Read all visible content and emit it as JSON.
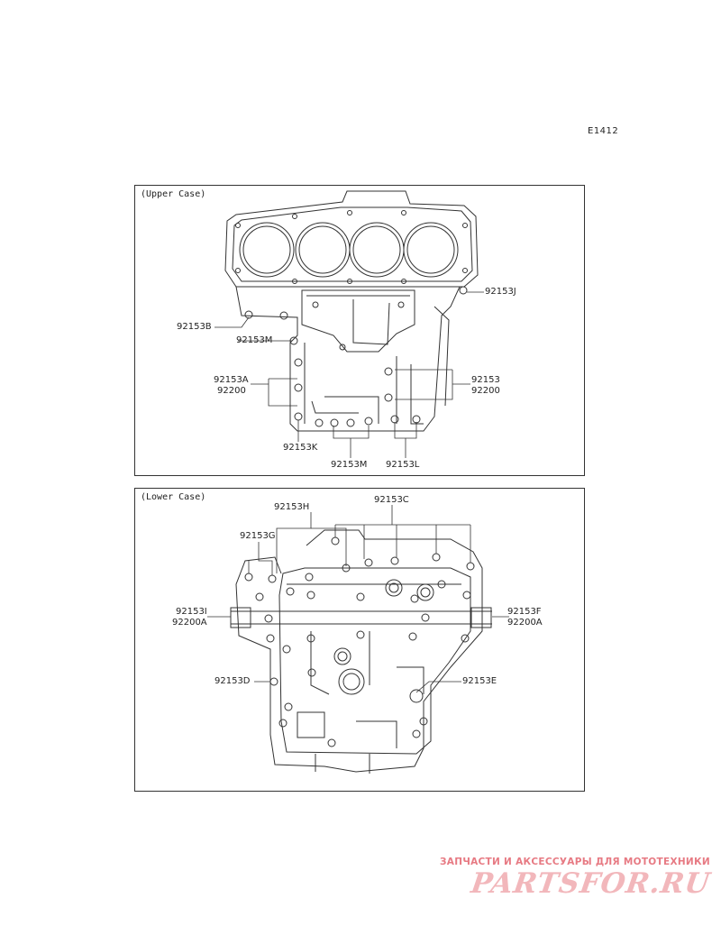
{
  "figure_code": "E1412",
  "upper_case": {
    "title": "(Upper Case)",
    "labels": {
      "j": "92153J",
      "b": "92153B",
      "m1": "92153M",
      "a": "92153A",
      "a_washer": "92200",
      "plain": "92153",
      "plain_washer": "92200",
      "k": "92153K",
      "m2": "92153M",
      "l": "92153L"
    }
  },
  "lower_case": {
    "title": "(Lower Case)",
    "labels": {
      "h": "92153H",
      "c": "92153C",
      "g": "92153G",
      "i": "92153I",
      "i_washer": "92200A",
      "f": "92153F",
      "f_washer": "92200A",
      "d": "92153D",
      "e": "92153E"
    }
  },
  "watermark": {
    "tagline": "ЗАПЧАСТИ И АКСЕССУАРЫ ДЛЯ МОТОТЕХНИКИ",
    "logo": "PARTSFOR.RU"
  }
}
